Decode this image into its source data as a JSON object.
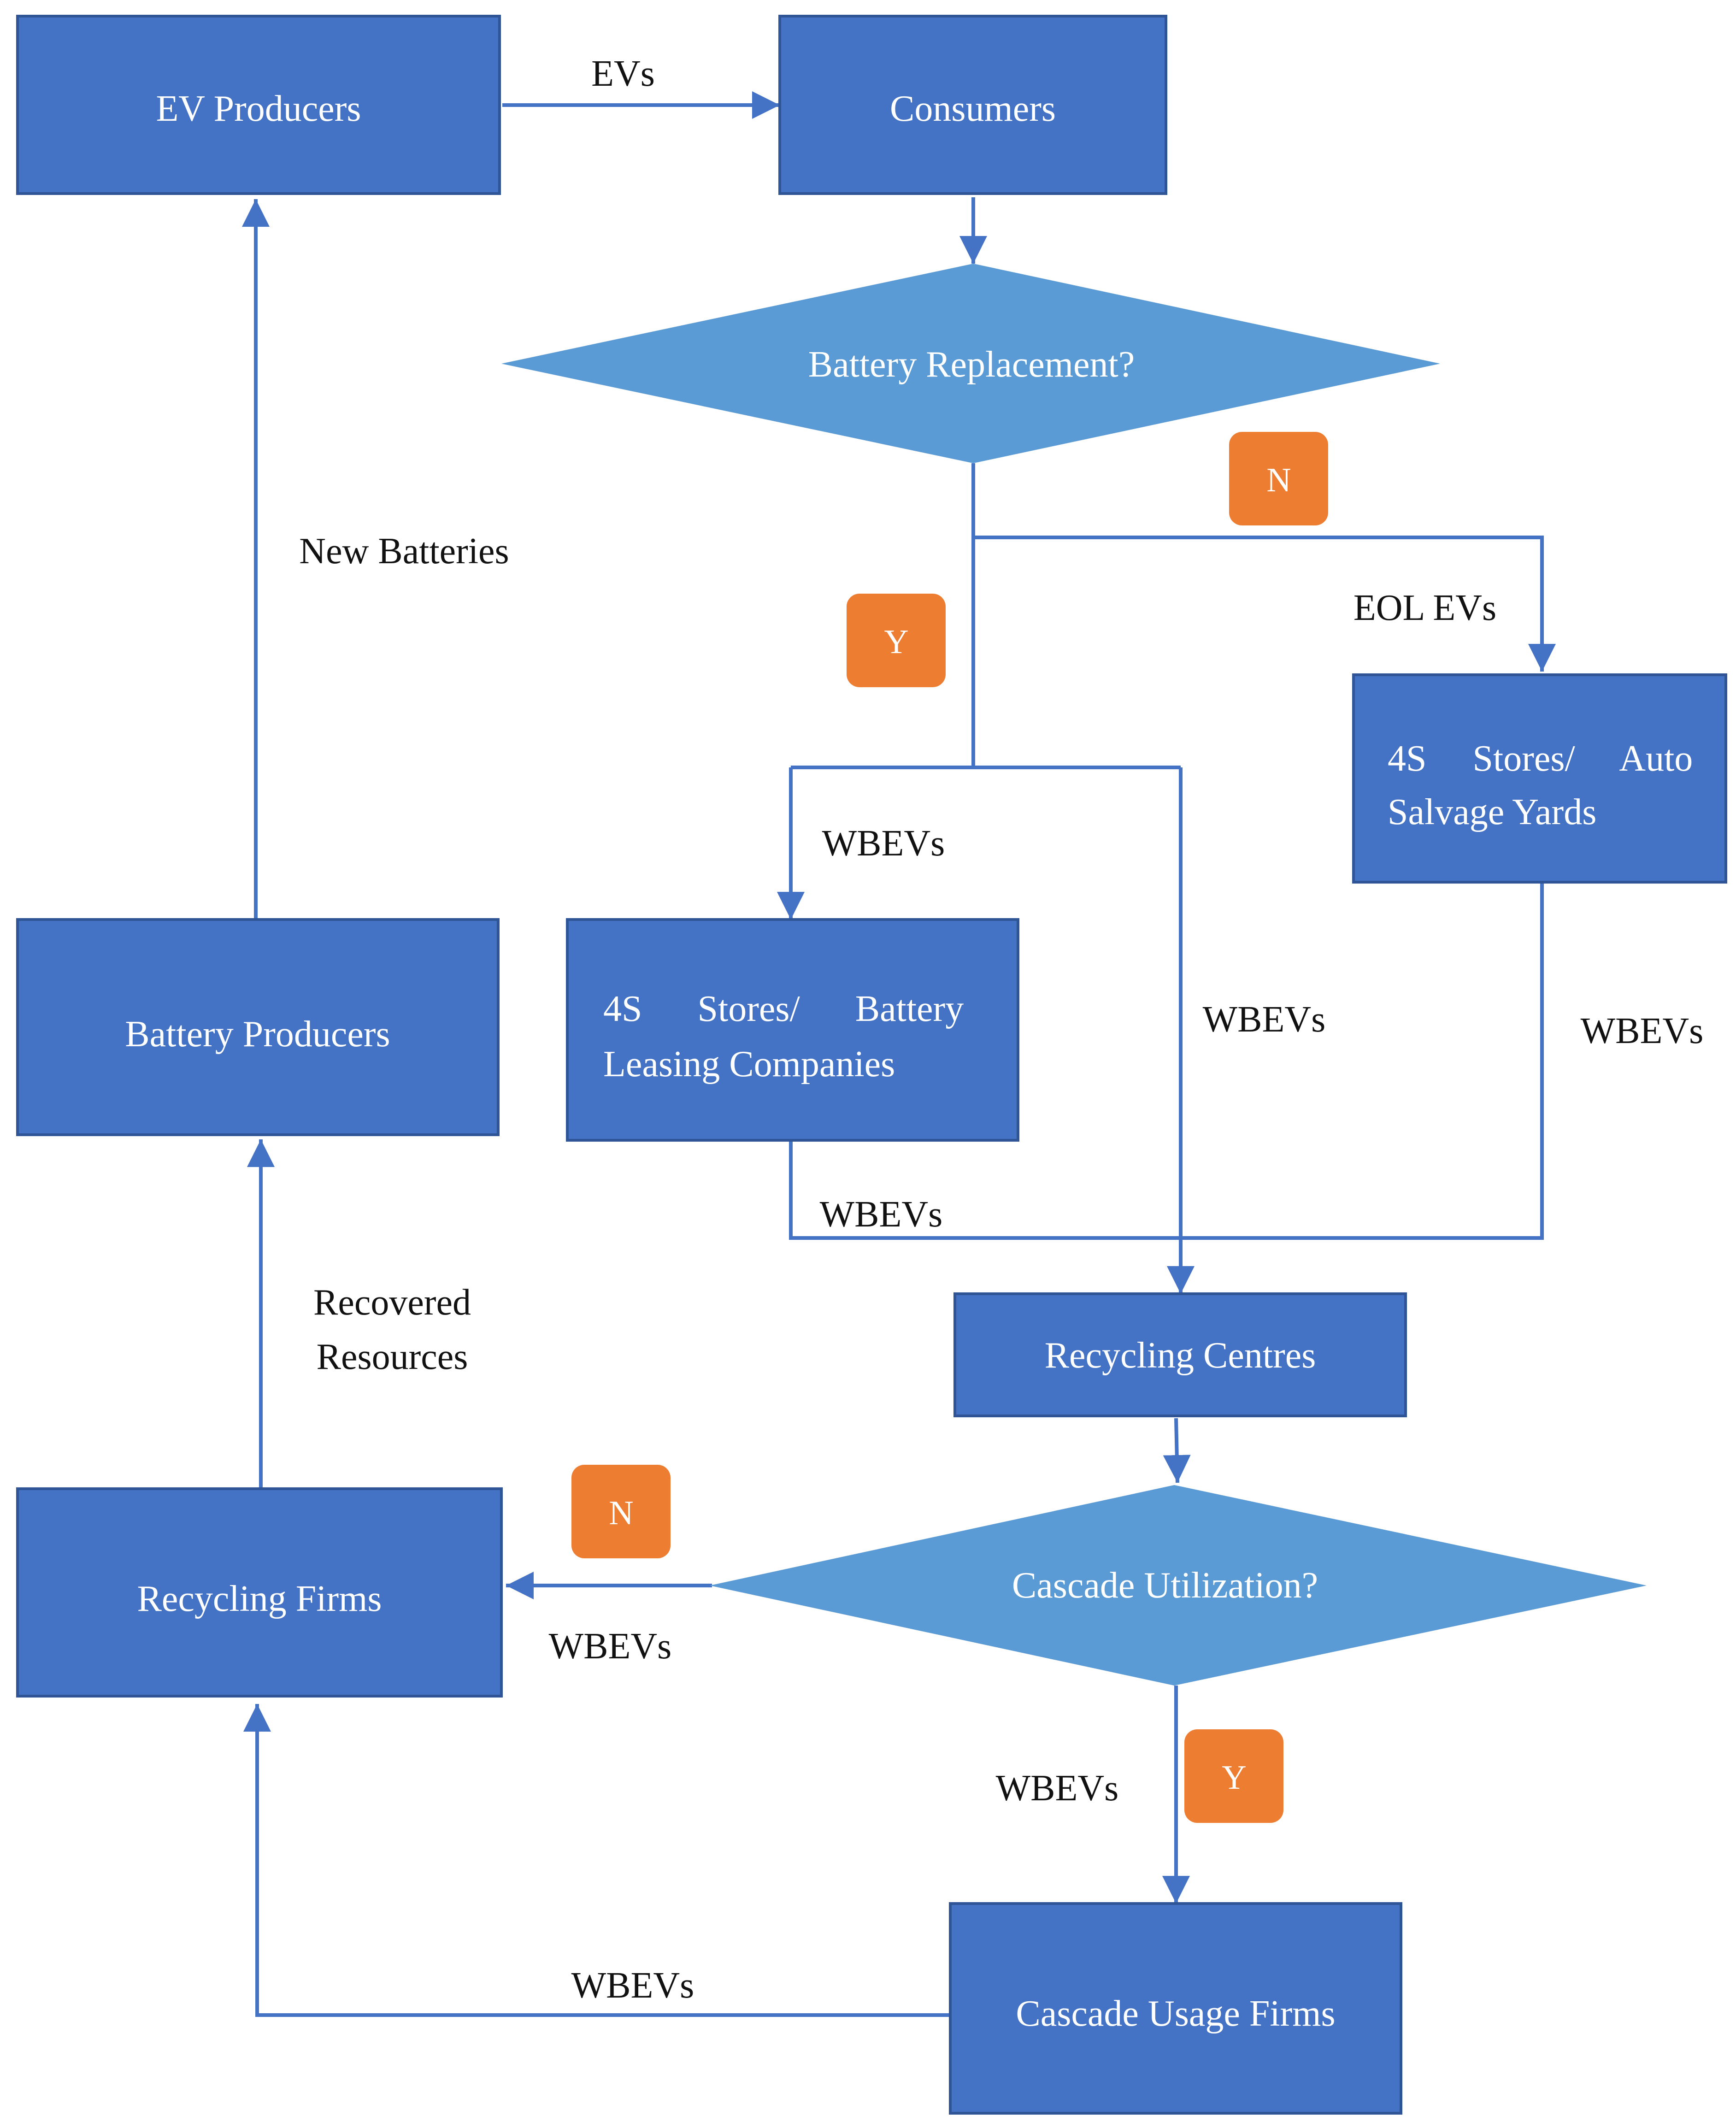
{
  "nodes": {
    "ev_producers": "EV Producers",
    "consumers": "Consumers",
    "battery_replacement": "Battery Replacement?",
    "stores_salvage": [
      "4S     Stores/     Auto",
      "Salvage Yards"
    ],
    "stores_leasing": [
      "4S      Stores/      Battery",
      "Leasing Companies"
    ],
    "battery_producers": "Battery Producers",
    "recycling_centres": "Recycling Centres",
    "cascade_utilization": "Cascade Utilization?",
    "recycling_firms": "Recycling Firms",
    "cascade_usage_firms": "Cascade Usage Firms"
  },
  "badges": {
    "replacement_no": "N",
    "replacement_yes": "Y",
    "cascade_no": "N",
    "cascade_yes": "Y"
  },
  "edge_labels": {
    "evs": "EVs",
    "new_batteries": "New Batteries",
    "eol_evs": "EOL EVs",
    "wbevs_to_leasing": "WBEVs",
    "wbevs_to_recycling": "WBEVs",
    "wbevs_from_salvage": "WBEVs",
    "wbevs_from_leasing": "WBEVs",
    "recovered_resources": [
      "Recovered",
      "Resources"
    ],
    "wbevs_to_recycling_firms": "WBEVs",
    "wbevs_to_cascade": "WBEVs",
    "wbevs_cascade_to_firms": "WBEVs"
  },
  "colors": {
    "box_fill": "#4472C4",
    "box_border": "#2F5597",
    "diamond_fill": "#5B9BD5",
    "badge_fill": "#ED7D31",
    "edge": "#4472C4"
  }
}
